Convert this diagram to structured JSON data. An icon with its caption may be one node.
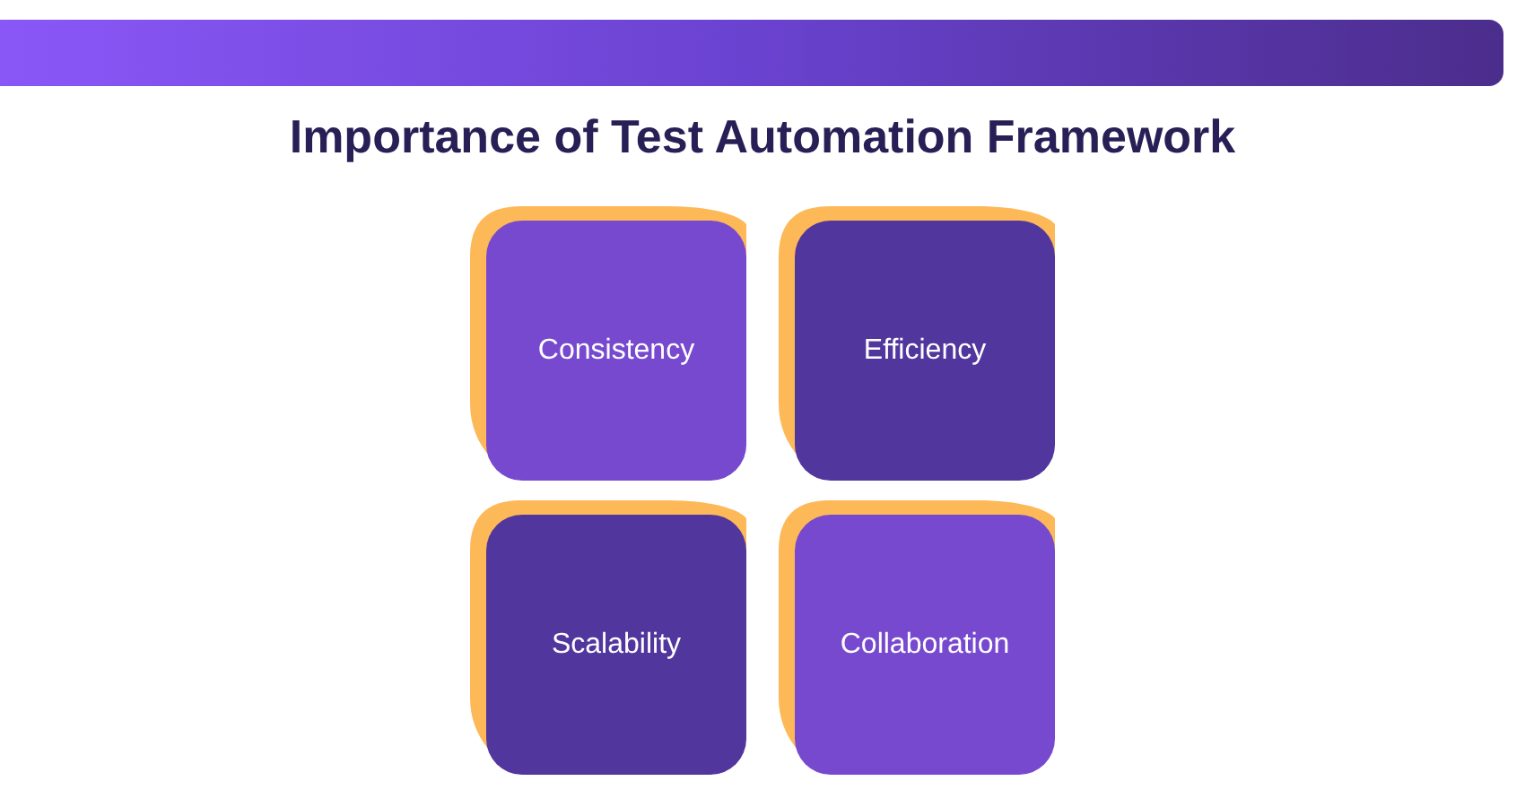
{
  "diagram": {
    "title": "Importance of Test Automation Framework",
    "nodes": [
      {
        "text": [
          "Consistency"
        ]
      },
      {
        "text": [
          "Efficiency"
        ]
      },
      {
        "text": [
          "Scalability"
        ]
      },
      {
        "text": [
          "Collaboration"
        ]
      }
    ]
  }
}
